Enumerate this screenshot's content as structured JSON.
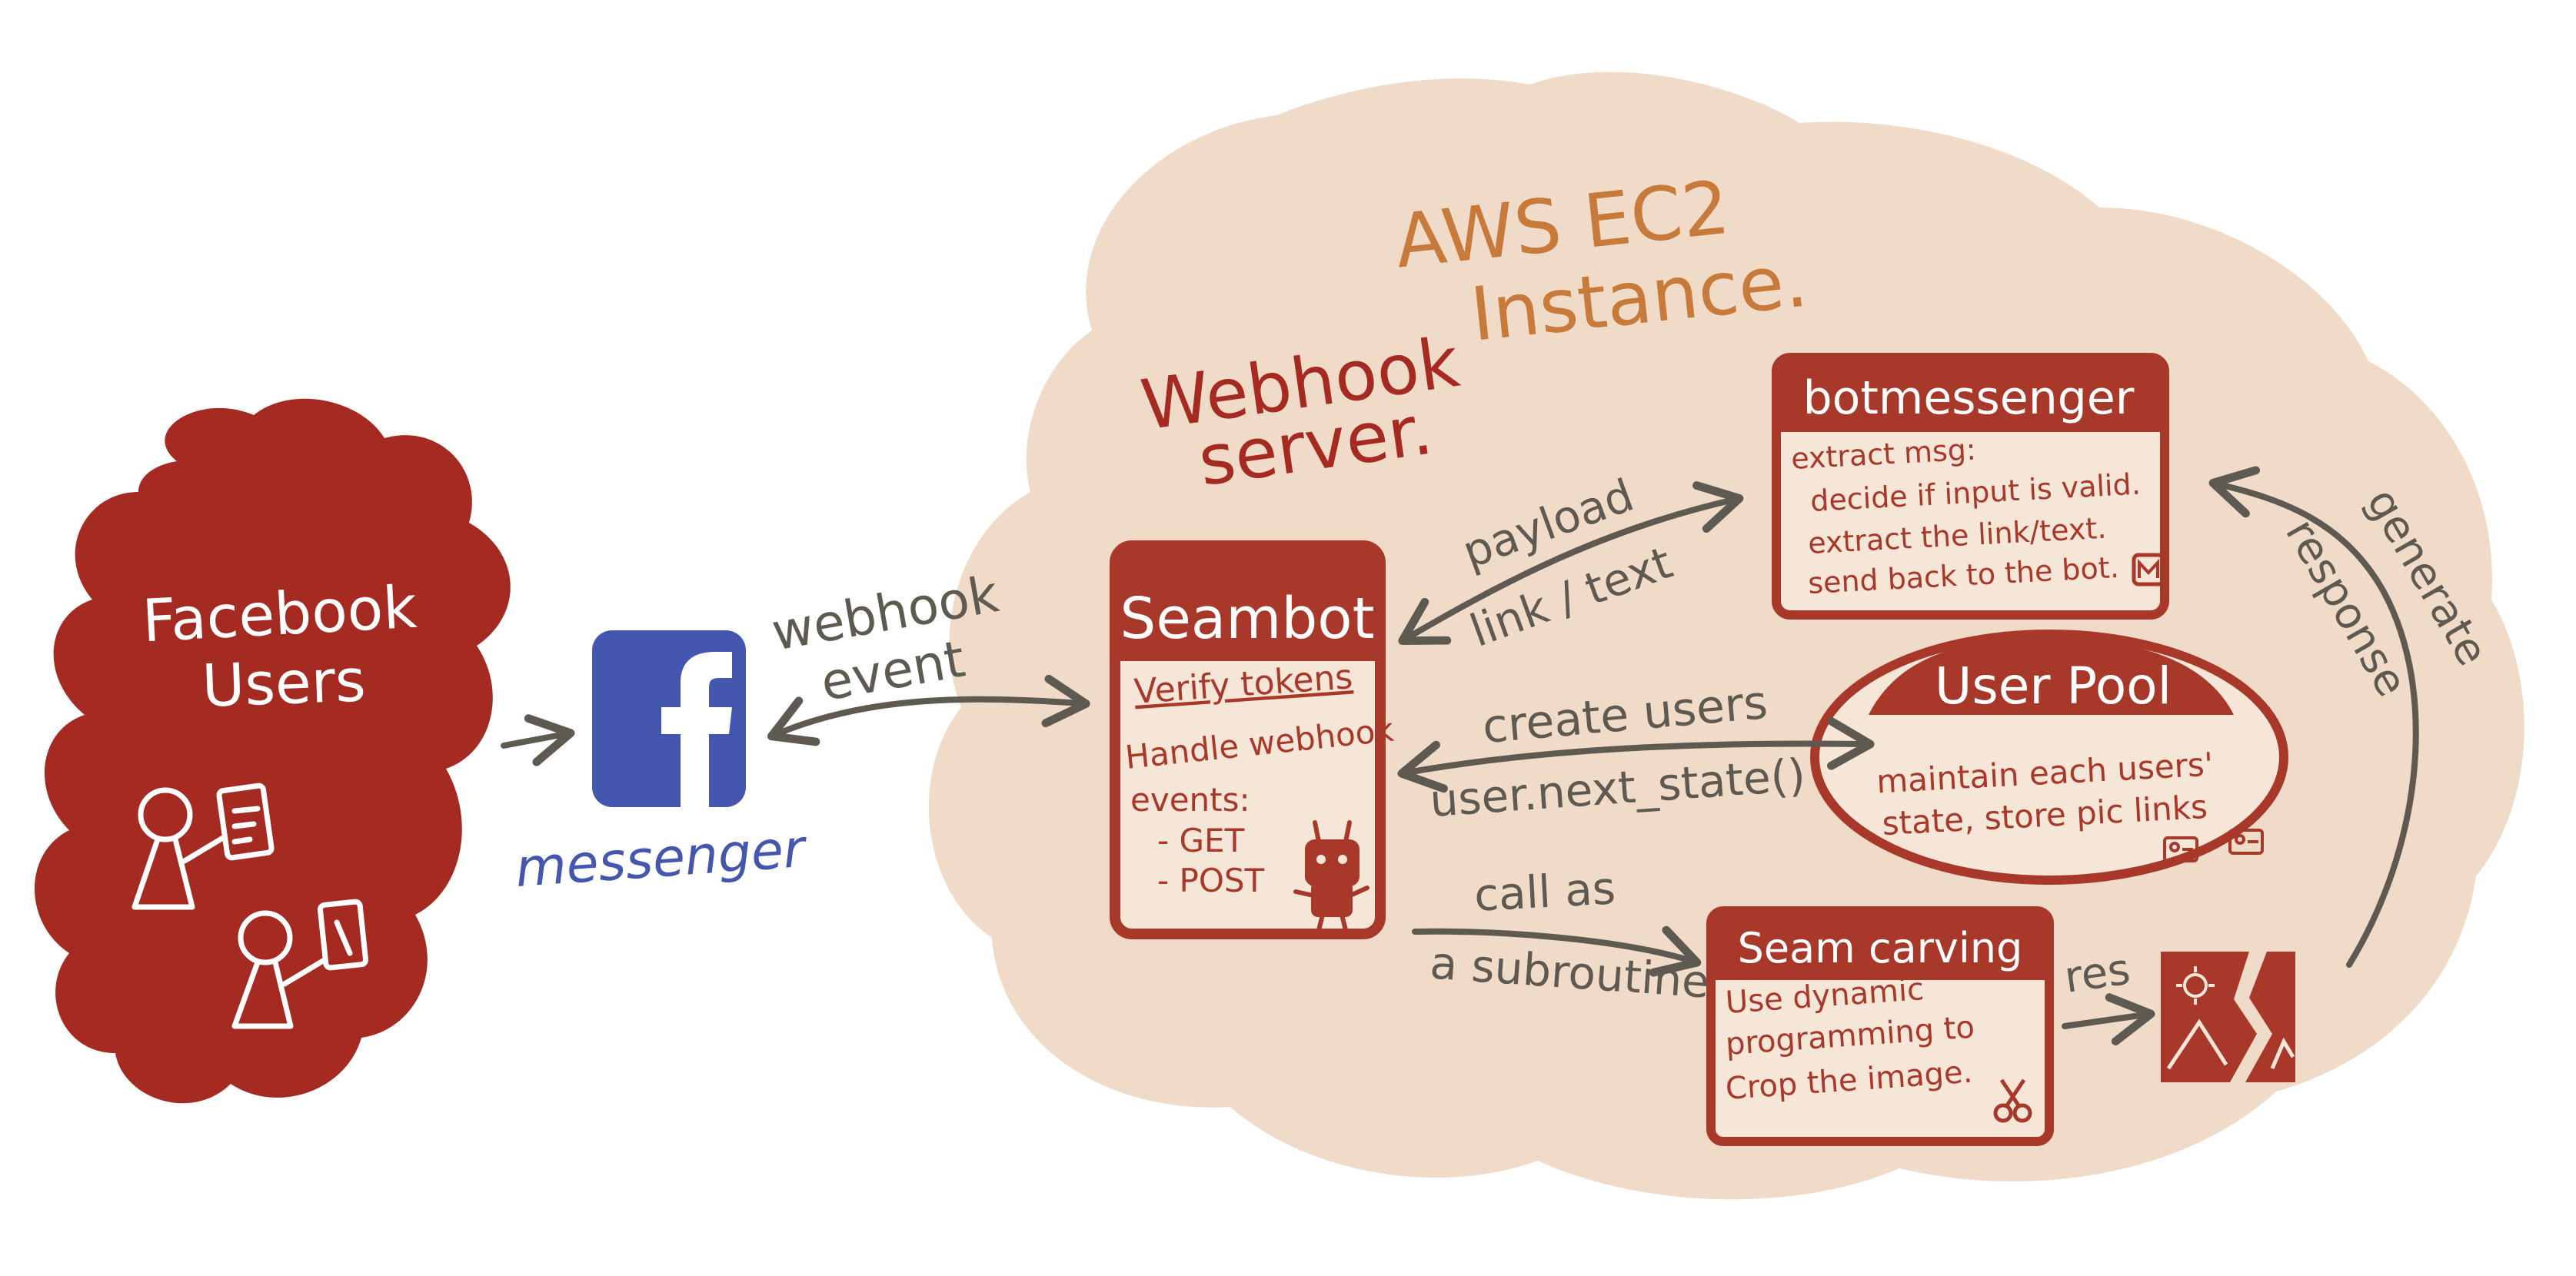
{
  "colors": {
    "background": "#ffffff",
    "users_blob": "#a52a22",
    "ec2_blob": "#f0dac8",
    "box_red": "#a8392a",
    "box_fill": "#f6e6d8",
    "arrow": "#5e5a52",
    "ec2_title": "#c87a3a",
    "webhook_title": "#a52a22",
    "messenger_blue": "#4556ae"
  },
  "users": {
    "title_line1": "Facebook",
    "title_line2": "Users",
    "icon": "people-with-phones-icon"
  },
  "messenger": {
    "icon": "facebook-f-icon",
    "label": "messenger"
  },
  "edge_webhook_event": {
    "line1": "webhook",
    "line2": "event"
  },
  "ec2": {
    "title_line1": "AWS EC2",
    "title_line2": "Instance."
  },
  "webhook_server": {
    "line1": "Webhook",
    "line2": "server."
  },
  "seambot": {
    "title": "Seambot",
    "line1": "Verify tokens",
    "line2": "Handle webhook",
    "line3": "events:",
    "line4": "- GET",
    "line5": "- POST",
    "icon": "robot-icon"
  },
  "botmessenger": {
    "title": "botmessenger",
    "line1": "extract msg:",
    "line2": "decide if input is valid.",
    "line3": "extract the link/text.",
    "line4": "send back to the bot.",
    "icon": "messenger-m-icon"
  },
  "user_pool": {
    "title": "User Pool",
    "line1": "maintain each users'",
    "line2": "state, store pic links",
    "icon": "user-card-icon"
  },
  "seam_carving": {
    "title": "Seam carving",
    "line1": "Use dynamic",
    "line2": "programming to",
    "line3": "Crop the image.",
    "icon": "scissors-icon"
  },
  "result_image": {
    "icon": "broken-image-icon"
  },
  "edge_payload": {
    "line1": "payload",
    "line2": "link / text"
  },
  "edge_create_users": {
    "line1": "create users",
    "line2": "user.next_state()"
  },
  "edge_call": {
    "line1": "call as",
    "line2": "a subroutine"
  },
  "edge_res": {
    "label": "res"
  },
  "edge_generate": {
    "line1": "generate",
    "line2": "response"
  }
}
